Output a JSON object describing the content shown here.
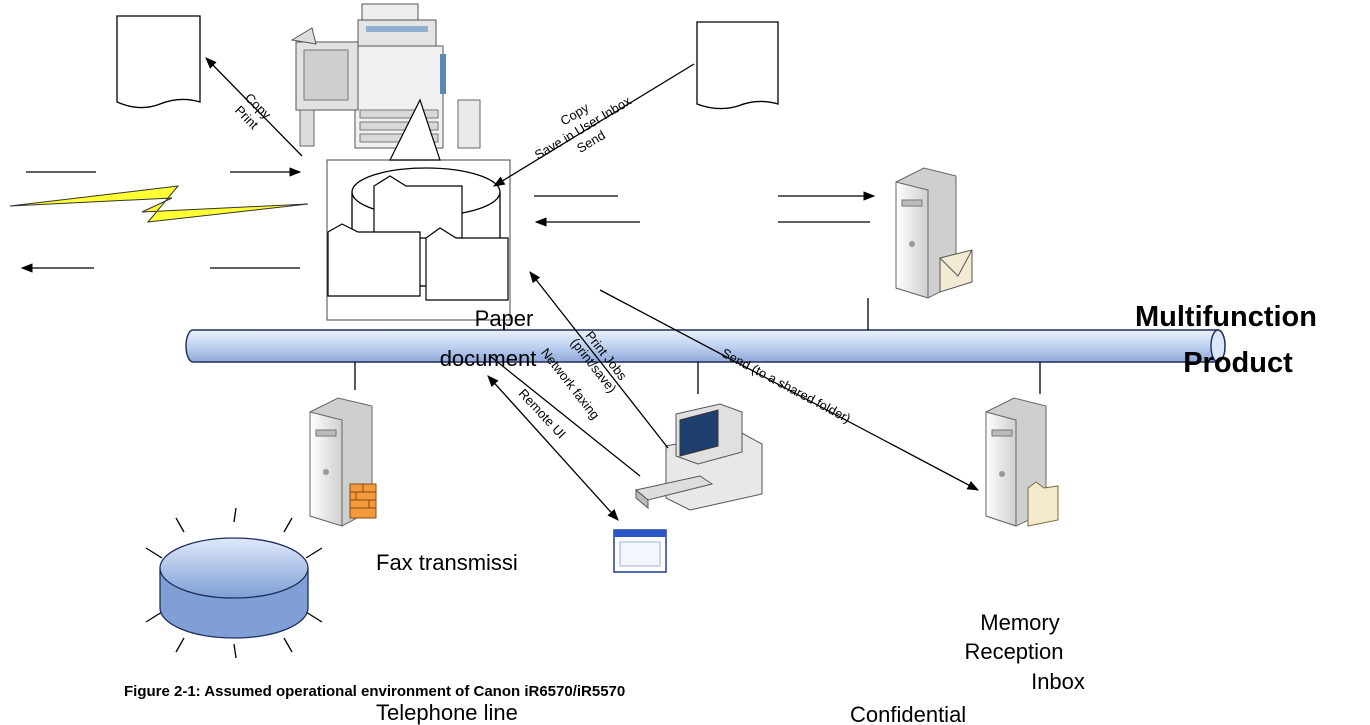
{
  "labels": {
    "copy_print_1": "Copy",
    "copy_print_2": "Print",
    "copy_save_1": "Copy",
    "copy_save_2": "Save in User Inbox",
    "copy_save_3": "Send",
    "print_jobs_1": "Print Jobs",
    "print_jobs_2": "(print/save)",
    "network_faxing": "Network faxing",
    "remote_ui": "Remote UI",
    "send_shared": "Send (to a shared folder)",
    "paper_document_1": "Paper",
    "paper_document_2": "document",
    "mfp_1": "Multifunction",
    "mfp_2": "Product",
    "fax_transmission": "Fax transmissi",
    "telephone_line": "Telephone line",
    "memory_reception_1": "Memory",
    "memory_reception_2": "Reception",
    "memory_reception_3": "Inbox",
    "confidential": "Confidential",
    "caption": "Figure 2-1: Assumed operational environment of Canon iR6570/iR5570"
  },
  "colors": {
    "lan_fill": "#c9d9f3",
    "lan_stroke": "#1e2d5c",
    "database": "#a9c2ea",
    "lightning": "#ffff33",
    "server_body": "#f2f2f2"
  },
  "icons": [
    "printer-icon",
    "document-icon",
    "server-icon",
    "workstation-icon",
    "browser-window-icon",
    "database-icon",
    "lightning-icon",
    "folder-icon",
    "mail-icon",
    "firewall-icon"
  ]
}
